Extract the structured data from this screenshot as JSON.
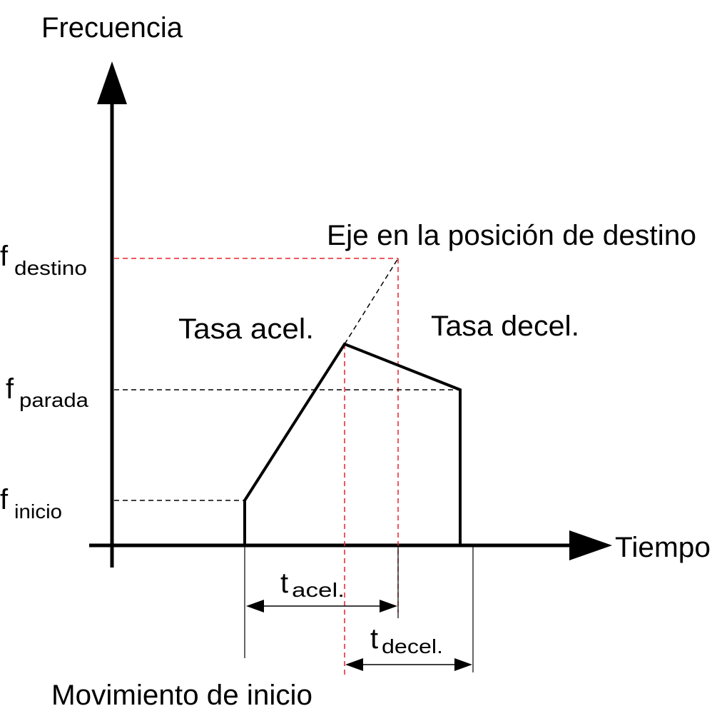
{
  "axes": {
    "y_label": "Frecuencia",
    "x_label": "Tiempo"
  },
  "levels": {
    "destino": {
      "main": "f",
      "sub": "destino"
    },
    "parada": {
      "main": "f",
      "sub": "parada"
    },
    "inicio": {
      "main": "f",
      "sub": "inicio"
    }
  },
  "annotations": {
    "target_position": "Eje en la posición de destino",
    "accel_rate": "Tasa acel.",
    "decel_rate": "Tasa decel.",
    "start_movement": "Movimiento de inicio"
  },
  "durations": {
    "accel": {
      "main": "t",
      "sub": "acel."
    },
    "decel": {
      "main": "t",
      "sub": "decel."
    }
  },
  "colors": {
    "line": "#000000",
    "guide_red": "#e8202a",
    "background": "#ffffff"
  }
}
